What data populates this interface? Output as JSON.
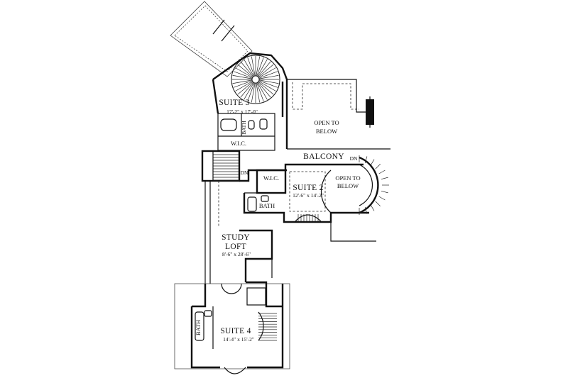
{
  "rooms": {
    "suite3": {
      "name": "SUITE 3",
      "dims": "17'-2\" x 17'-0\""
    },
    "suite2": {
      "name": "SUITE 2",
      "dims": "12'-6\" x 14'-2\""
    },
    "suite4": {
      "name": "SUITE 4",
      "dims": "14'-4\" x 15'-2\""
    },
    "study_loft": {
      "name_line1": "STUDY",
      "name_line2": "LOFT",
      "dims": "8'-6\" x 28'-6\""
    },
    "balcony": {
      "name": "BALCONY"
    },
    "open_to_below_main": {
      "line1": "OPEN TO",
      "line2": "BELOW"
    },
    "open_to_below_round": {
      "line1": "OPEN TO",
      "line2": "BELOW"
    }
  },
  "labels": {
    "bath_suite3": "BATH",
    "bath_suite2": "BATH",
    "bath_suite4": "BATH",
    "wic_suite3": "W.I.C.",
    "wic_suite2": "W.I.C.",
    "dn_left": "DN",
    "dn_right": "DN"
  }
}
